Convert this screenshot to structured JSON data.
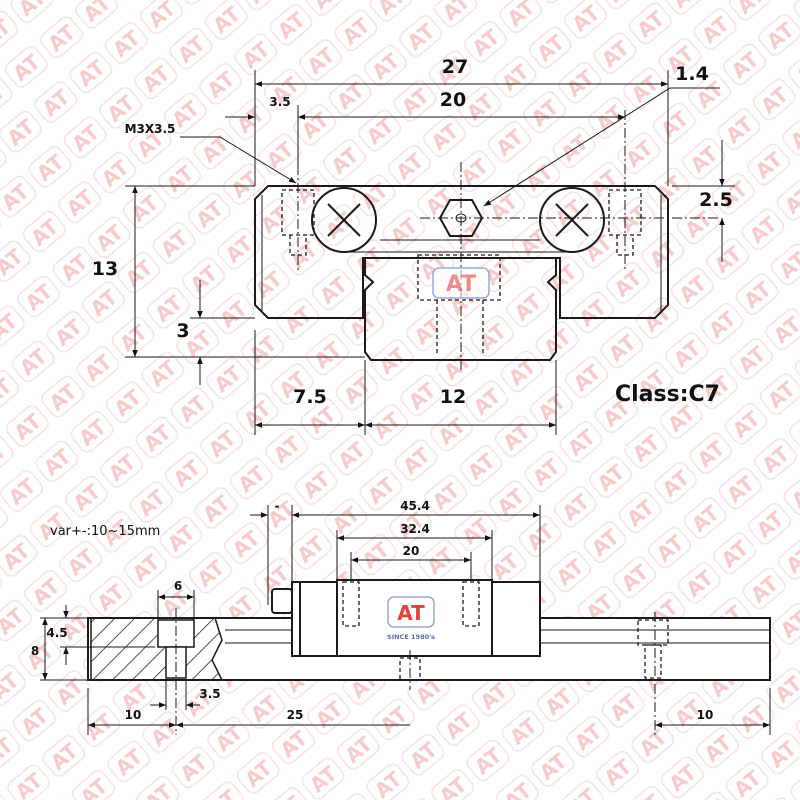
{
  "watermark": {
    "text": "AT",
    "color": "#f2a0a0"
  },
  "front_view": {
    "dims": {
      "overall_width": "27",
      "hole_pitch": "20",
      "hole_offset": "3.5",
      "top_offset": "1.4",
      "screw_spec": "M3X3.5",
      "nipple_height": "2.5",
      "total_height": "13",
      "rail_gap": "3",
      "side_width": "7.5",
      "rail_width": "12"
    },
    "class_label": "Class:C7",
    "logo_text": "AT"
  },
  "side_view": {
    "note": "var+-:10~15mm",
    "dims": {
      "nipple_length": "-",
      "block_length": "45.4",
      "body_length": "32.4",
      "hole_pitch": "20",
      "counterbore_dia": "6",
      "rail_height": "8",
      "counterbore_depth": "4.5",
      "hole_dia": "3.5",
      "end_pitch_left": "10",
      "rail_pitch": "25",
      "end_pitch_right": "10"
    },
    "logo_text": "AT",
    "logo_sub": "SINCE 1980's"
  },
  "colors": {
    "line": "#1a1a1a",
    "logo_red": "#e8403a",
    "logo_border": "#9aa8d8"
  }
}
